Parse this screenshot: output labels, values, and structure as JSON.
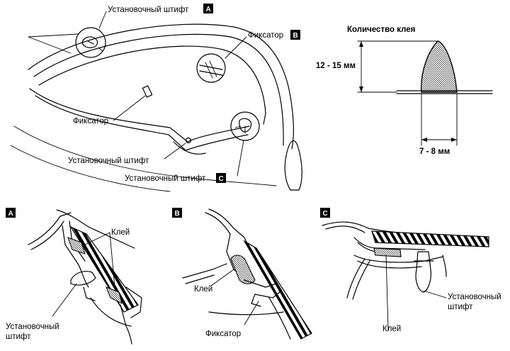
{
  "labels": {
    "pin_a": "Установочный штифт",
    "retainer_b": "Фиксатор",
    "retainer_left": "Фиксатор",
    "pin_mid": "Установочный штифт",
    "pin_c": "Установочный штифт",
    "glue_amount": "Количество клея",
    "height_dim": "12 - 15 мм",
    "width_dim": "7 - 8 мм",
    "detail_a_glue": "Клей",
    "detail_a_pin_line1": "Установочный",
    "detail_a_pin_line2": "штифт",
    "detail_b_glue": "Клей",
    "detail_b_retainer": "Фиксатор",
    "detail_c_glue": "Клей",
    "detail_c_pin_line1": "Установочный",
    "detail_c_pin_line2": "штифт"
  },
  "badges": {
    "a": "A",
    "b": "B",
    "c": "C"
  },
  "colors": {
    "ink": "#000000",
    "badge_bg": "#000000",
    "badge_text": "#ffffff",
    "hatch": "#555555"
  }
}
